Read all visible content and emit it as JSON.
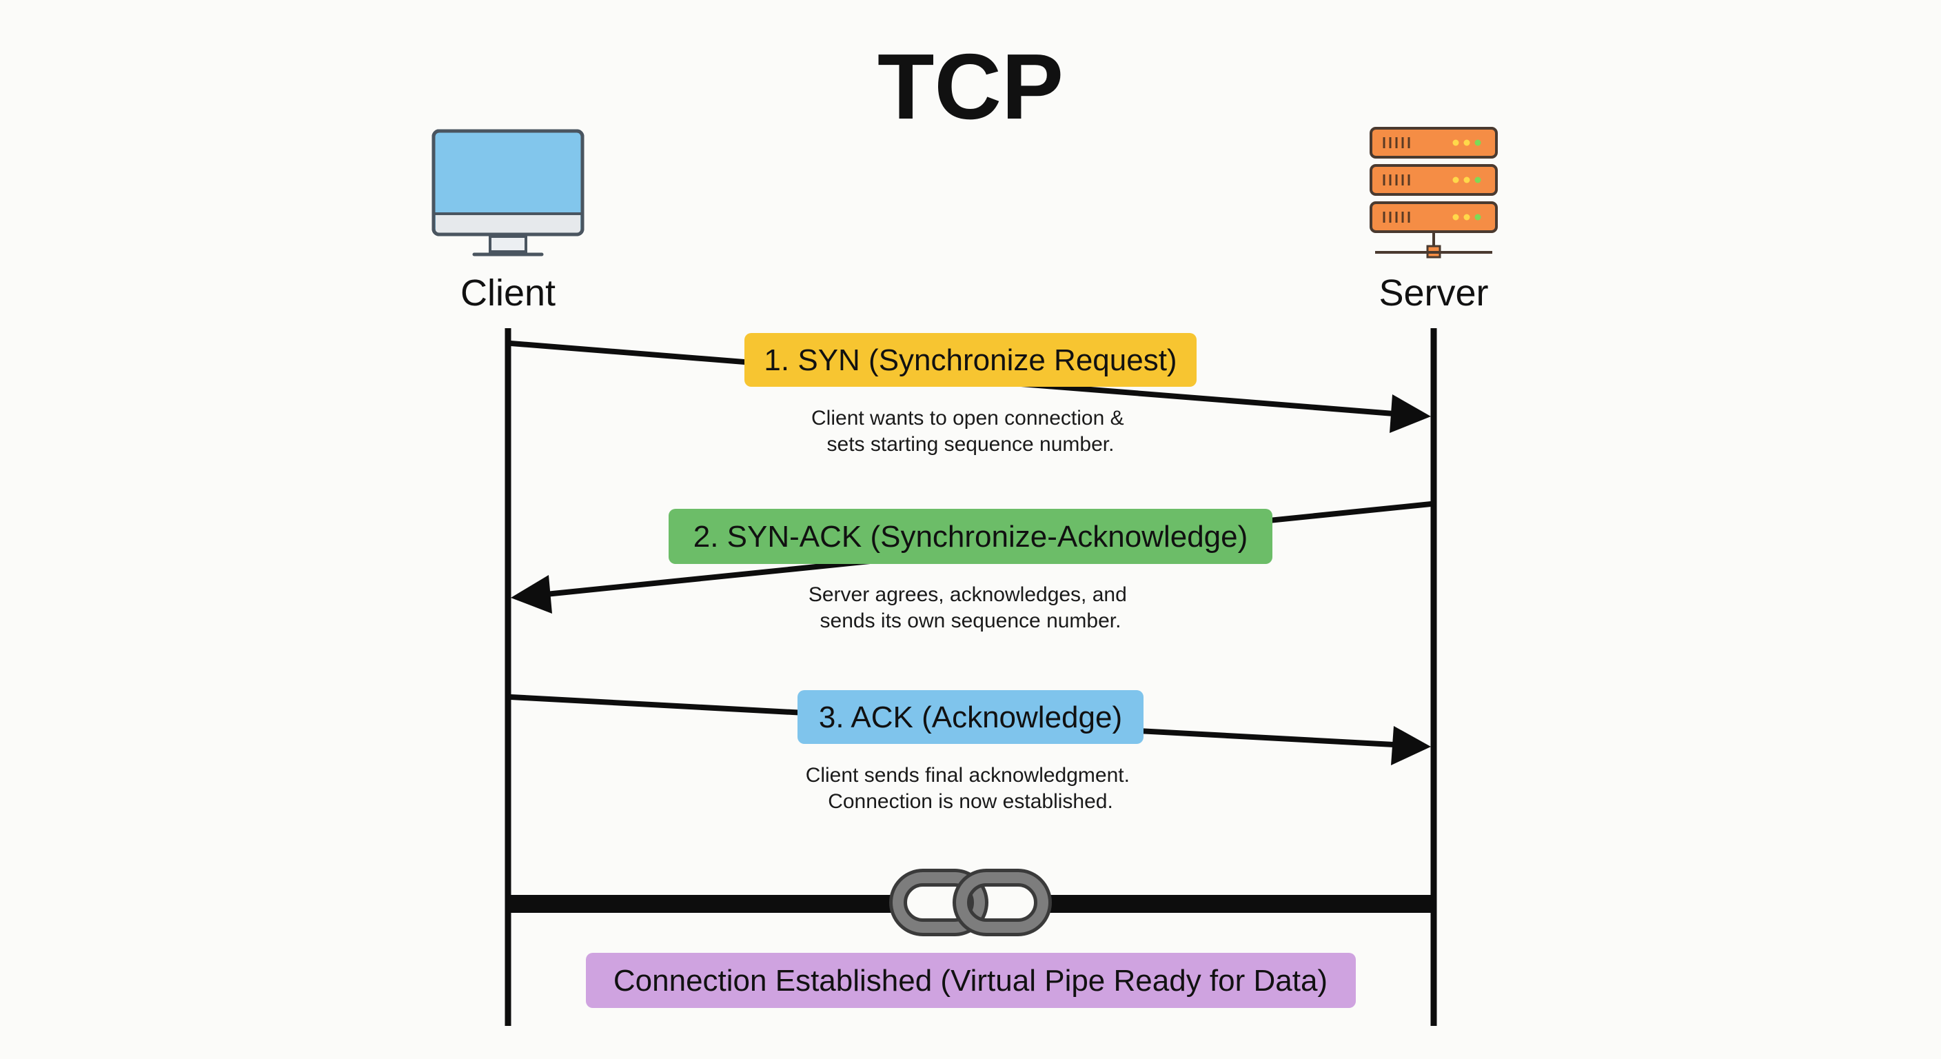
{
  "title": "TCP",
  "nodes": {
    "client": {
      "label": "Client",
      "icon": "monitor-icon"
    },
    "server": {
      "label": "Server",
      "icon": "server-rack-icon"
    }
  },
  "steps": [
    {
      "label": "1. SYN (Synchronize Request)",
      "description": [
        "Client wants to open connection &",
        "sets starting sequence number."
      ],
      "direction": "client-to-server",
      "color": "#f7c531"
    },
    {
      "label": "2. SYN-ACK (Synchronize-Acknowledge)",
      "description": [
        "Server agrees, acknowledges, and",
        "sends its own sequence number."
      ],
      "direction": "server-to-client",
      "color": "#6cbd68"
    },
    {
      "label": "3. ACK (Acknowledge)",
      "description": [
        "Client sends final acknowledgment.",
        "Connection is now established."
      ],
      "direction": "client-to-server",
      "color": "#7fc4ec"
    }
  ],
  "connection": {
    "label": "Connection Established (Virtual Pipe Ready for Data)",
    "icon": "chain-link-icon",
    "color": "#cfa3e0"
  },
  "colors": {
    "monitor_screen": "#82c6ec",
    "server_unit": "#f58d45",
    "line": "#0d0d0d"
  }
}
